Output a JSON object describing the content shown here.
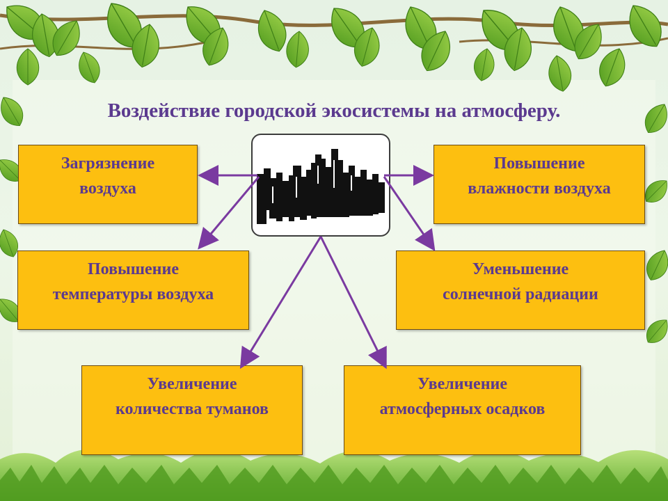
{
  "title": "Воздействие городской экосистемы на атмосферу.",
  "center_image": "city-skyline-icon",
  "colors": {
    "box_fill": "#fdbf10",
    "box_border": "#6a4a13",
    "text": "#5b3a8f",
    "arrow": "#7a3aa0"
  },
  "boxes": {
    "air_pollution": {
      "line1": "Загрязнение",
      "line2": "воздуха"
    },
    "humidity": {
      "line1": "Повышение",
      "line2": "влажности воздуха"
    },
    "temperature": {
      "line1": "Повышение",
      "line2": "температуры воздуха"
    },
    "solar": {
      "line1": "Уменьшение",
      "line2": "солнечной радиации"
    },
    "fog": {
      "line1": "Увеличение",
      "line2": "количества туманов"
    },
    "precipitation": {
      "line1": "Увеличение",
      "line2": "атмосферных осадков"
    }
  }
}
